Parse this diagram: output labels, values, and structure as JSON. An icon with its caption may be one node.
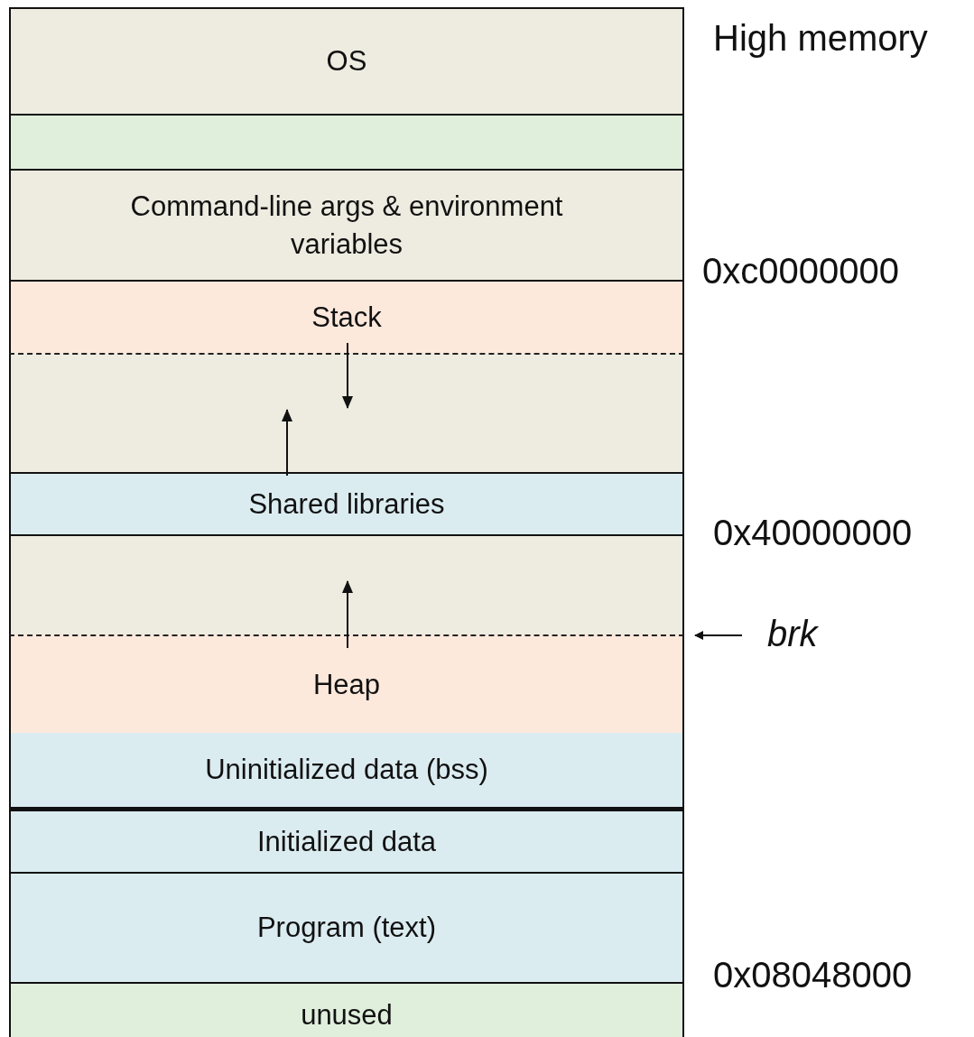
{
  "diagram": {
    "nodes": [
      {
        "text": [
          "OS"
        ]
      },
      {
        "text": [],
        "shape": "box"
      },
      {
        "text": [
          "Command-line args & environment variables"
        ]
      },
      {
        "text": [
          "Stack"
        ]
      },
      {
        "text": [],
        "shape": "box"
      },
      {
        "text": [
          "Shared libraries"
        ]
      },
      {
        "text": [],
        "shape": "box"
      },
      {
        "text": [
          "Heap"
        ]
      },
      {
        "text": [
          "Uninitialized data (bss)"
        ]
      },
      {
        "text": [
          "Initialized data"
        ]
      },
      {
        "text": [
          "Program (text)"
        ]
      },
      {
        "text": [
          "unused"
        ]
      },
      {
        "text": [
          "brk"
        ]
      }
    ],
    "edges": [
      {
        "from": 3,
        "to": 4,
        "arrow": "to"
      },
      {
        "from": 5,
        "to": 4,
        "arrow": "to"
      },
      {
        "from": 7,
        "to": 6,
        "arrow": "to"
      },
      {
        "from": 12,
        "to": 7,
        "arrow": "to"
      }
    ],
    "labels": [
      "High memory",
      "0xc0000000",
      "0x40000000",
      "0x08048000"
    ]
  }
}
